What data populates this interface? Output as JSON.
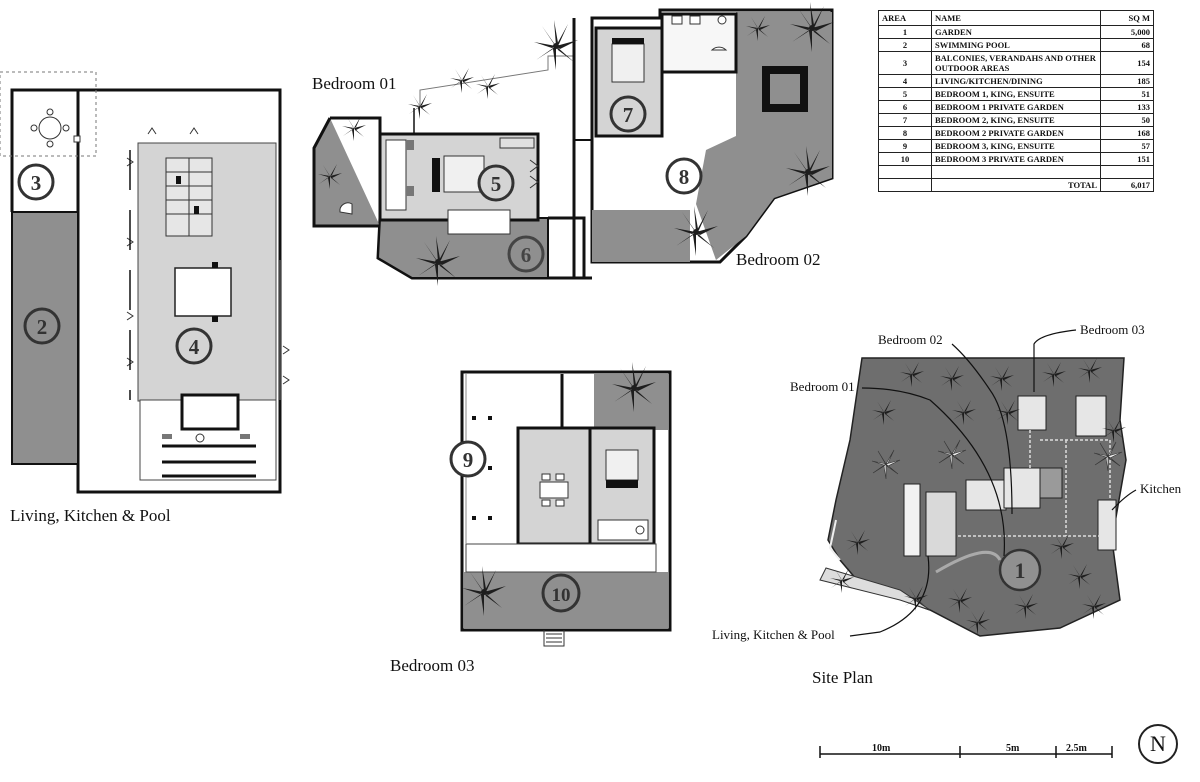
{
  "labels": {
    "living_kitchen_pool": "Living, Kitchen & Pool",
    "bedroom_01": "Bedroom 01",
    "bedroom_02": "Bedroom 02",
    "bedroom_03": "Bedroom 03",
    "site_plan": "Site Plan",
    "site_bedroom_01": "Bedroom 01",
    "site_bedroom_02": "Bedroom 02",
    "site_bedroom_03": "Bedroom 03",
    "site_kitchen": "Kitchen",
    "site_living": "Living, Kitchen & Pool"
  },
  "area_numbers": [
    "1",
    "2",
    "3",
    "4",
    "5",
    "6",
    "7",
    "8",
    "9",
    "10"
  ],
  "area_table": {
    "headers": {
      "area": "AREA",
      "name": "NAME",
      "sqm": "SQ M"
    },
    "rows": [
      {
        "area": "1",
        "name": "GARDEN",
        "sqm": "5,000"
      },
      {
        "area": "2",
        "name": "SWIMMING POOL",
        "sqm": "68"
      },
      {
        "area": "3",
        "name": "BALCONIES, VERANDAHS AND OTHER OUTDOOR AREAS",
        "sqm": "154"
      },
      {
        "area": "4",
        "name": "LIVING/KITCHEN/DINING",
        "sqm": "185"
      },
      {
        "area": "5",
        "name": "BEDROOM 1, KING, ENSUITE",
        "sqm": "51"
      },
      {
        "area": "6",
        "name": "BEDROOM 1 PRIVATE GARDEN",
        "sqm": "133"
      },
      {
        "area": "7",
        "name": "BEDROOM 2, KING, ENSUITE",
        "sqm": "50"
      },
      {
        "area": "8",
        "name": "BEDROOM 2 PRIVATE GARDEN",
        "sqm": "168"
      },
      {
        "area": "9",
        "name": "BEDROOM 3, KING, ENSUITE",
        "sqm": "57"
      },
      {
        "area": "10",
        "name": "BEDROOM 3 PRIVATE GARDEN",
        "sqm": "151"
      }
    ],
    "total_label": "TOTAL",
    "total_value": "6,017"
  },
  "scale": {
    "a": "10m",
    "b": "5m",
    "c": "2.5m"
  },
  "north": "N",
  "colors": {
    "wall": "#111111",
    "floor": "#d4d4d4",
    "garden": "#8f8f8f",
    "site": "#6e6e6e",
    "palm": "#1e1e1e"
  }
}
